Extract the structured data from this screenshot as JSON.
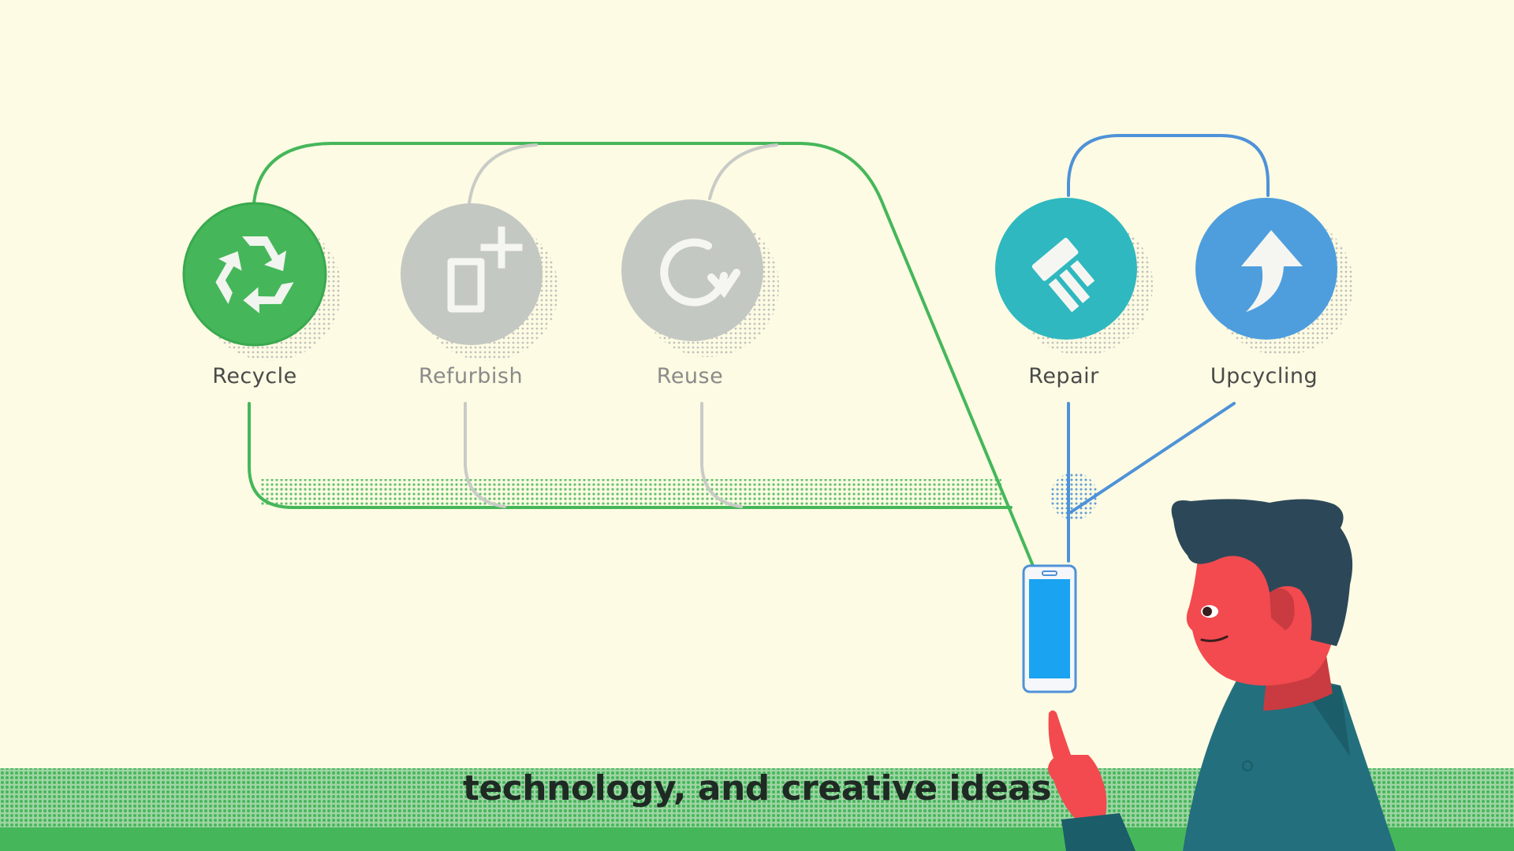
{
  "nodes": [
    {
      "id": "recycle",
      "label": "Recycle",
      "color": "#45b75a",
      "label_color": "#4a4a4a",
      "icon": "recycle-icon"
    },
    {
      "id": "refurbish",
      "label": "Refurbish",
      "color": "#c4c8c2",
      "label_color": "#8a8a8a",
      "icon": "refurbish-icon"
    },
    {
      "id": "reuse",
      "label": "Reuse",
      "color": "#c4c8c2",
      "label_color": "#8a8a8a",
      "icon": "reuse-icon"
    },
    {
      "id": "repair",
      "label": "Repair",
      "color": "#2fb8bf",
      "label_color": "#4a4a4a",
      "icon": "repair-icon"
    },
    {
      "id": "upcycling",
      "label": "Upcycling",
      "color": "#4e9ede",
      "label_color": "#4a4a4a",
      "icon": "upcycling-icon"
    }
  ],
  "colors": {
    "background": "#fdfbe3",
    "green_line": "#45b75a",
    "grey_line": "#c9cbc6",
    "blue_line": "#4e92d8",
    "footer_band": "#45b75a",
    "phone_screen": "#1aa3f0",
    "skin": "#f24a4f",
    "hair": "#2c4858",
    "jacket": "#236f7d"
  },
  "subtitle": "technology, and creative ideas"
}
